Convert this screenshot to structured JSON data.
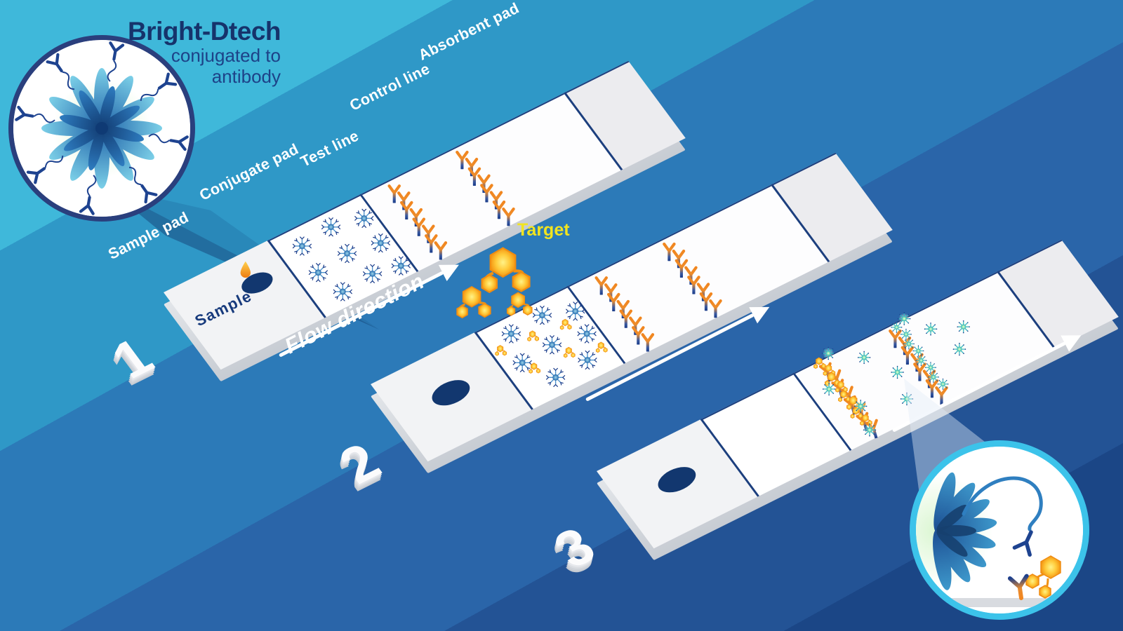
{
  "title": {
    "brand": "Bright-Dtech",
    "sub1": "conjugated to",
    "sub2": "antibody"
  },
  "labels": {
    "sample_pad": "Sample pad",
    "conjugate_pad": "Conjugate pad",
    "test_line": "Test line",
    "control_line": "Control line",
    "absorbent_pad": "Absorbent pad"
  },
  "annotations": {
    "sample": "Sample",
    "flow_direction": "Flow direction",
    "target": "Target"
  },
  "steps": [
    {
      "number": "1"
    },
    {
      "number": "2"
    },
    {
      "number": "3"
    }
  ],
  "colors": {
    "bg_band_light": "#3fb8da",
    "bg_band_dark": "#1b4686",
    "navy": "#1d3f8c",
    "separator_navy": "#1c3f7e",
    "antibody_orange": "#f0831f",
    "target_yellow": "#ffca3a",
    "target_label_yellow": "#f2e41f",
    "glow_teal": "#2fa9c9",
    "glow_green": "#7fe3ae",
    "strip_white": "#fdfdfe",
    "strip_side_gray": "#c7ccd3",
    "circle1_ring": "#2a3f7d",
    "circle2_ring": "#3cc3ea",
    "sample_spot_navy": "#12376f"
  }
}
